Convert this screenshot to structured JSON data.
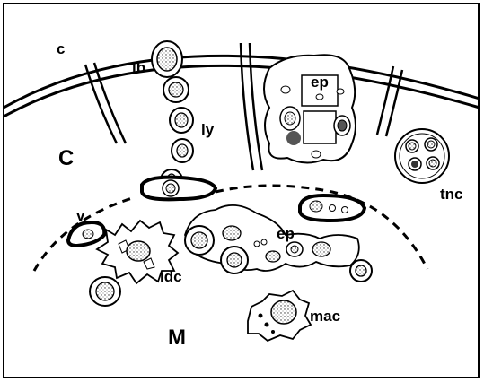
{
  "diagram": {
    "labels": {
      "c": "c",
      "lb": "lb",
      "ly": "ly",
      "ep_top": "ep",
      "C": "C",
      "tnc": "tnc",
      "v": "v",
      "ep_mid": "ep",
      "idc": "idc",
      "M": "M",
      "mac": "mac"
    }
  }
}
